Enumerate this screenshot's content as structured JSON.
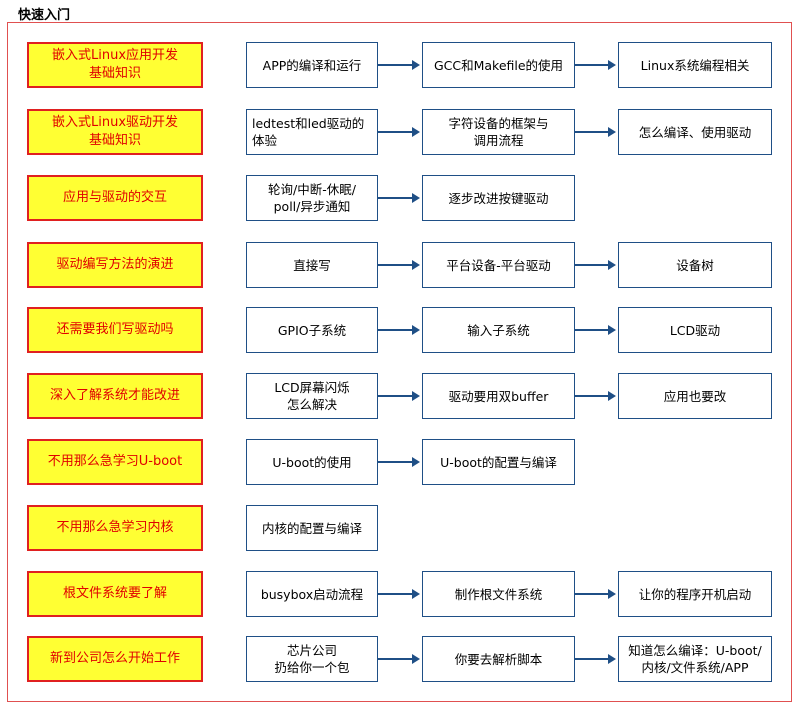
{
  "title": "快速入门",
  "rows": [
    {
      "topic": "嵌入式Linux应用开发\n基础知识",
      "steps": [
        "APP的编译和运行",
        "GCC和Makefile的使用",
        "Linux系统编程相关"
      ]
    },
    {
      "topic": "嵌入式Linux驱动开发\n基础知识",
      "steps": [
        "ledtest和led驱动的\n体验",
        "字符设备的框架与\n调用流程",
        "怎么编译、使用驱动"
      ]
    },
    {
      "topic": "应用与驱动的交互",
      "steps": [
        "轮询/中断-休眠/\npoll/异步通知",
        "逐步改进按键驱动"
      ]
    },
    {
      "topic": "驱动编写方法的演进",
      "steps": [
        "直接写",
        "平台设备-平台驱动",
        "设备树"
      ]
    },
    {
      "topic": "还需要我们写驱动吗",
      "steps": [
        "GPIO子系统",
        "输入子系统",
        "LCD驱动"
      ]
    },
    {
      "topic": "深入了解系统才能改进",
      "steps": [
        "LCD屏幕闪烁\n怎么解决",
        "驱动要用双buffer",
        "应用也要改"
      ]
    },
    {
      "topic": "不用那么急学习U-boot",
      "steps": [
        "U-boot的使用",
        "U-boot的配置与编译"
      ]
    },
    {
      "topic": "不用那么急学习内核",
      "steps": [
        "内核的配置与编译"
      ]
    },
    {
      "topic": "根文件系统要了解",
      "steps": [
        "busybox启动流程",
        "制作根文件系统",
        "让你的程序开机启动"
      ]
    },
    {
      "topic": "新到公司怎么开始工作",
      "steps": [
        "芯片公司\n扔给你一个包",
        "你要去解析脚本",
        "知道怎么编译：U-boot/\n内核/文件系统/APP"
      ]
    }
  ]
}
